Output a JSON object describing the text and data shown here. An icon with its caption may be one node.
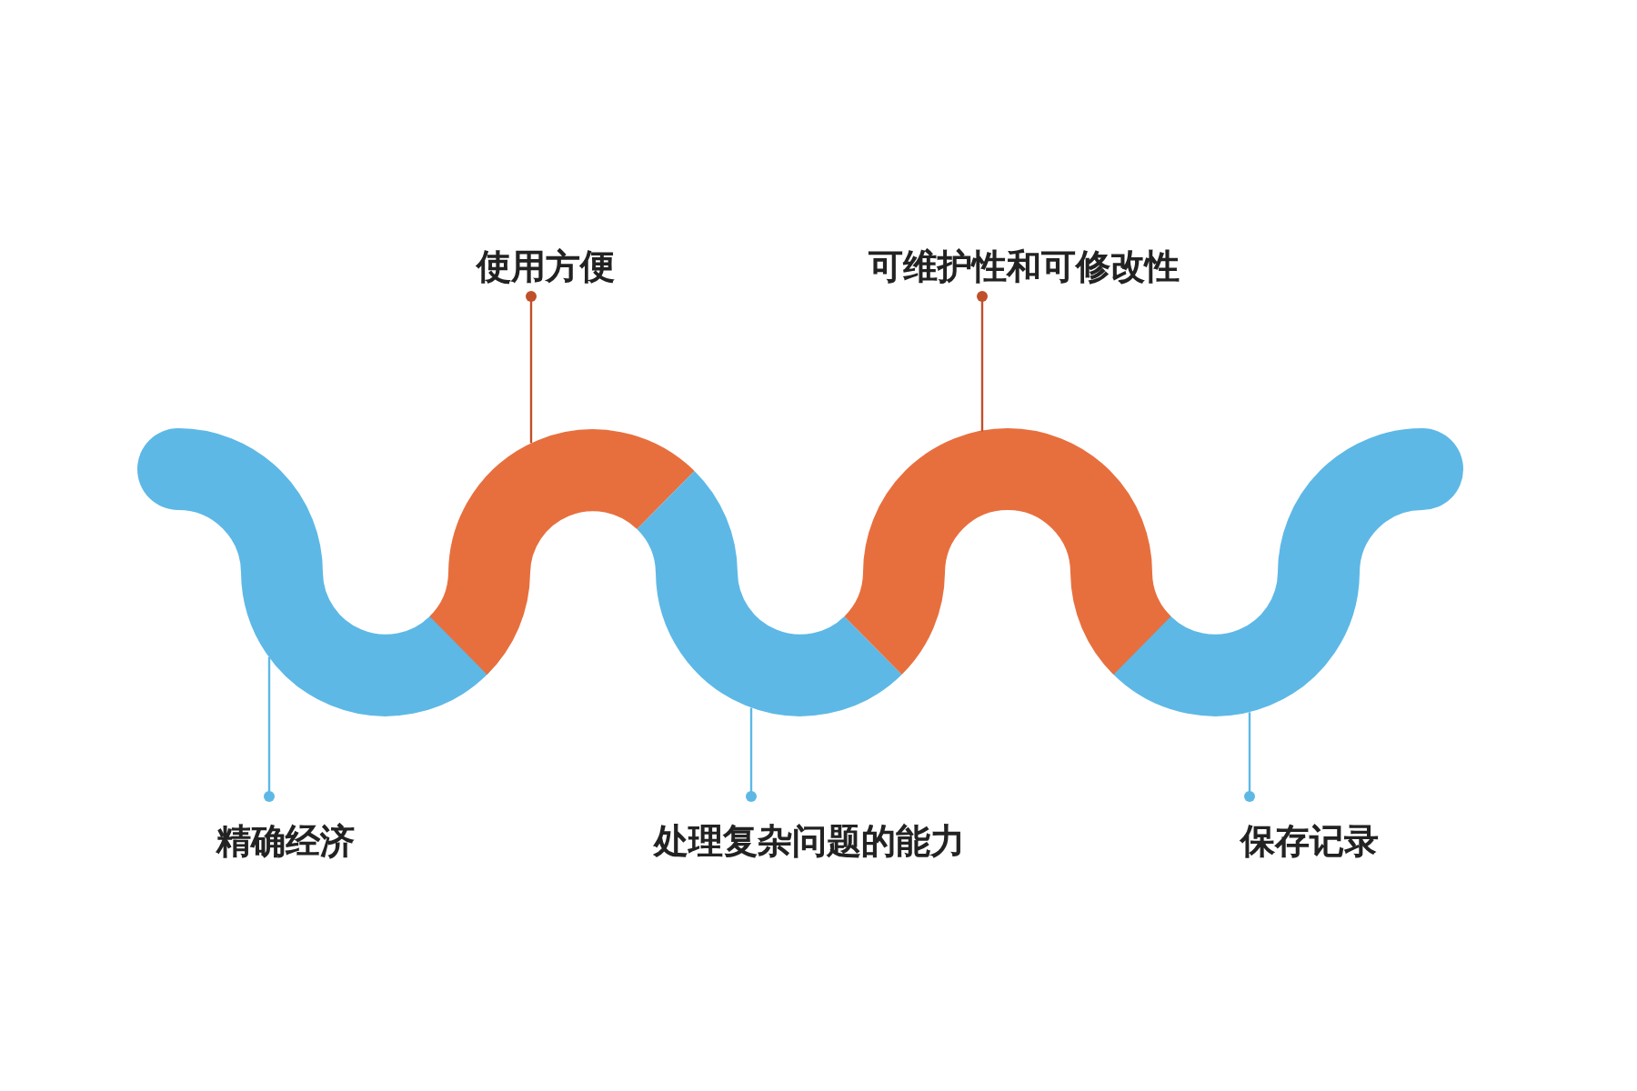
{
  "diagram": {
    "nodes": [
      {
        "text": [
          "使用方便"
        ]
      },
      {
        "text": [
          "可维护性和可修改性"
        ]
      },
      {
        "text": [],
        "shape": "band"
      },
      {
        "text": [],
        "shape": "band"
      },
      {
        "text": [],
        "shape": "band"
      },
      {
        "text": [],
        "shape": "band"
      },
      {
        "text": [],
        "shape": "band"
      },
      {
        "text": [
          "精确经济"
        ]
      },
      {
        "text": [
          "处理复杂问题的能力"
        ]
      },
      {
        "text": [
          "保存记录"
        ]
      }
    ],
    "edges": [
      {
        "from": 0,
        "to": 3,
        "arrow": "other",
        "color": "#c0502a"
      },
      {
        "from": 1,
        "to": 5,
        "arrow": "other",
        "color": "#c0502a"
      },
      {
        "from": 7,
        "to": 2,
        "arrow": "other"
      },
      {
        "from": 8,
        "to": 4,
        "arrow": "other"
      },
      {
        "from": 9,
        "to": 6,
        "arrow": "other"
      }
    ]
  }
}
